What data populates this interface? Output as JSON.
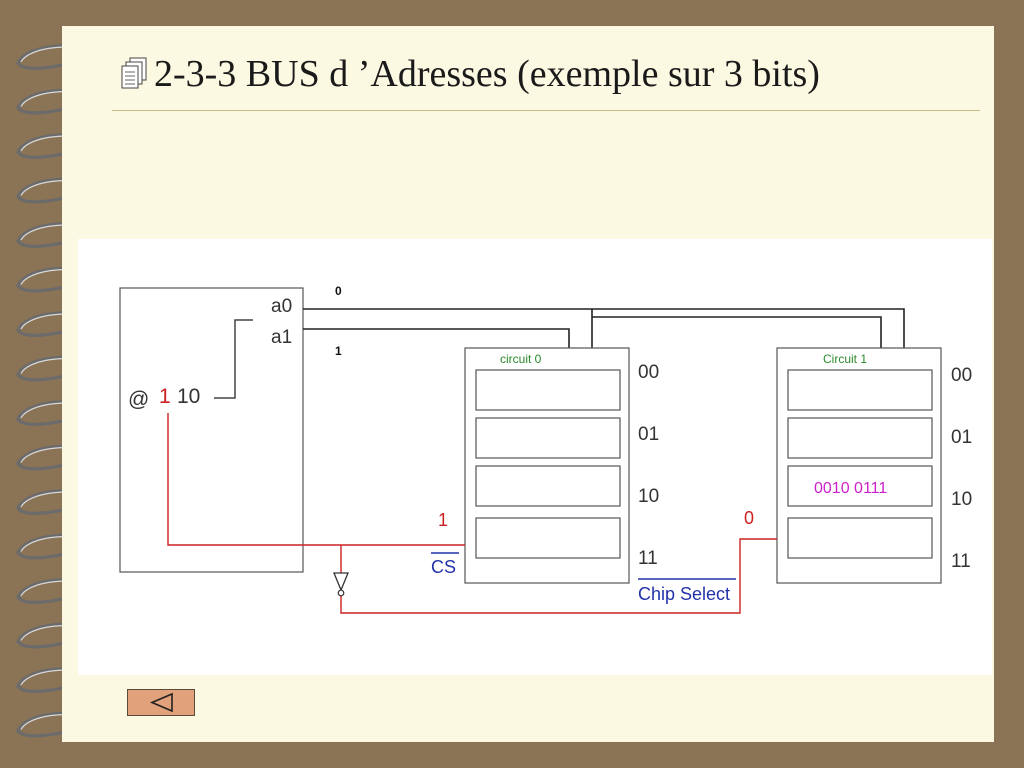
{
  "slide": {
    "title": "2-3-3 BUS d ’Adresses (exemple sur 3 bits)",
    "icon": "notes-icon"
  },
  "diagram": {
    "address_prefix": "@",
    "address_msb": "1",
    "address_low": "10",
    "pins": [
      "a0",
      "a1"
    ],
    "bus_bits": [
      "0",
      "1"
    ],
    "circuits": [
      {
        "name": "circuit 0",
        "cs_value": "1",
        "cells": [
          "",
          "",
          "",
          ""
        ]
      },
      {
        "name": "Circuit 1",
        "cs_value": "0",
        "cells": [
          "",
          "",
          "0010 0111",
          ""
        ]
      }
    ],
    "row_addresses": [
      "00",
      "01",
      "10",
      "11"
    ],
    "cs_label": "CS",
    "chip_select_label": "Chip Select"
  },
  "nav": {
    "back_icon": "triangle-left-icon"
  },
  "colors": {
    "frame": "#8b7355",
    "page": "#fbf9e1",
    "signal_red": "#cc2222",
    "label_blue": "#2233aa",
    "circuit_green": "#2a8a2a",
    "data_magenta": "#cc22cc"
  }
}
